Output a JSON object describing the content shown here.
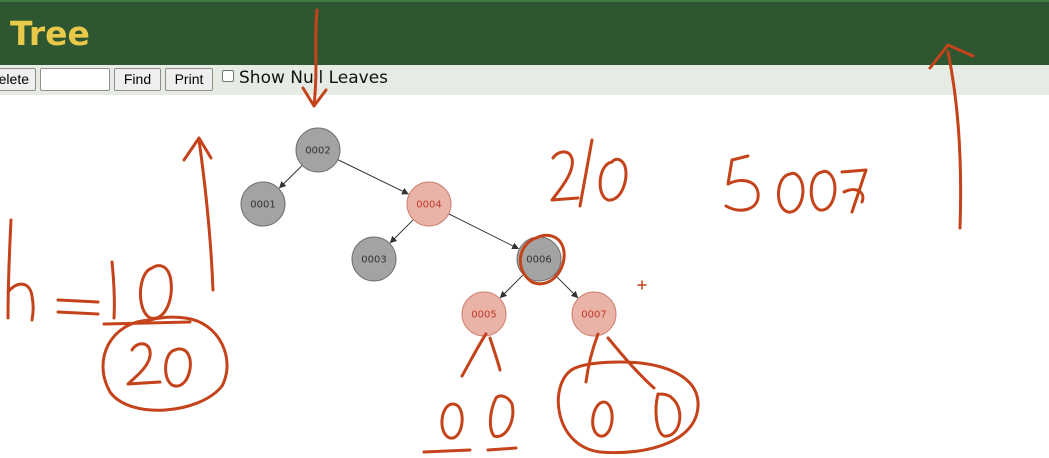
{
  "header": {
    "title": "Tree"
  },
  "toolbar": {
    "delete_label": "elete",
    "find_value": "",
    "find_label": "Find",
    "print_label": "Print",
    "null_leaves_label": "Show Null Leaves",
    "null_leaves_checked": false
  },
  "tree": {
    "colors": {
      "black_fill": "#a3a3a3",
      "black_stroke": "#6f6f6f",
      "black_text": "#333333",
      "red_fill": "#eab3a8",
      "red_stroke": "#cf7e70",
      "red_text": "#c0392b",
      "edge": "#333333"
    },
    "nodes": [
      {
        "key": "0002",
        "color": "black"
      },
      {
        "key": "0001",
        "color": "black"
      },
      {
        "key": "0004",
        "color": "red"
      },
      {
        "key": "0003",
        "color": "black"
      },
      {
        "key": "0006",
        "color": "black"
      },
      {
        "key": "0005",
        "color": "red"
      },
      {
        "key": "0007",
        "color": "red"
      }
    ],
    "edges": [
      [
        "0002",
        "0001"
      ],
      [
        "0002",
        "0004"
      ],
      [
        "0004",
        "0003"
      ],
      [
        "0004",
        "0006"
      ],
      [
        "0006",
        "0005"
      ],
      [
        "0006",
        "0007"
      ]
    ]
  },
  "annotations": {
    "ink_color": "#c4431a"
  }
}
